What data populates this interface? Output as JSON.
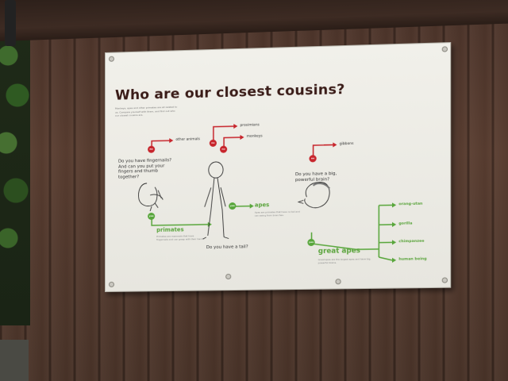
{
  "sign": {
    "title": "Who are our closest cousins?",
    "intro": "Monkeys, apes and other primates are all related to us. Compare yourself with them, and find out who our closest cousins are.",
    "q_fingernails": "Do you have fingernails?\nAnd can you put your\nfingers and thumb\ntogether?",
    "q_tail": "Do you have a tail?",
    "q_brain": "Do you have a big,\npowerful brain?",
    "no_label": "no",
    "yes_label": "yes",
    "label_other_animals": "other animals",
    "label_prosimians": "prosimians",
    "label_monkeys": "monkeys",
    "label_gibbons": "gibbons",
    "group_primates": "primates",
    "group_apes": "apes",
    "group_great_apes": "great apes",
    "leaf_orangutan": "orang-utan",
    "leaf_gorilla": "gorilla",
    "leaf_chimpanzee": "chimpanzee",
    "leaf_human": "human being",
    "primates_note": "Primates are mammals that have fingernails and can grasp with their hands.",
    "apes_note": "Apes are primates that have no tail and can swing from branches.",
    "great_apes_note": "Great apes are the largest apes and have big, powerful brains."
  },
  "colors": {
    "red": "#c7252c",
    "green": "#58a63b",
    "title": "#3a1c18",
    "board": "#efeee8",
    "wood": "#54392d"
  }
}
